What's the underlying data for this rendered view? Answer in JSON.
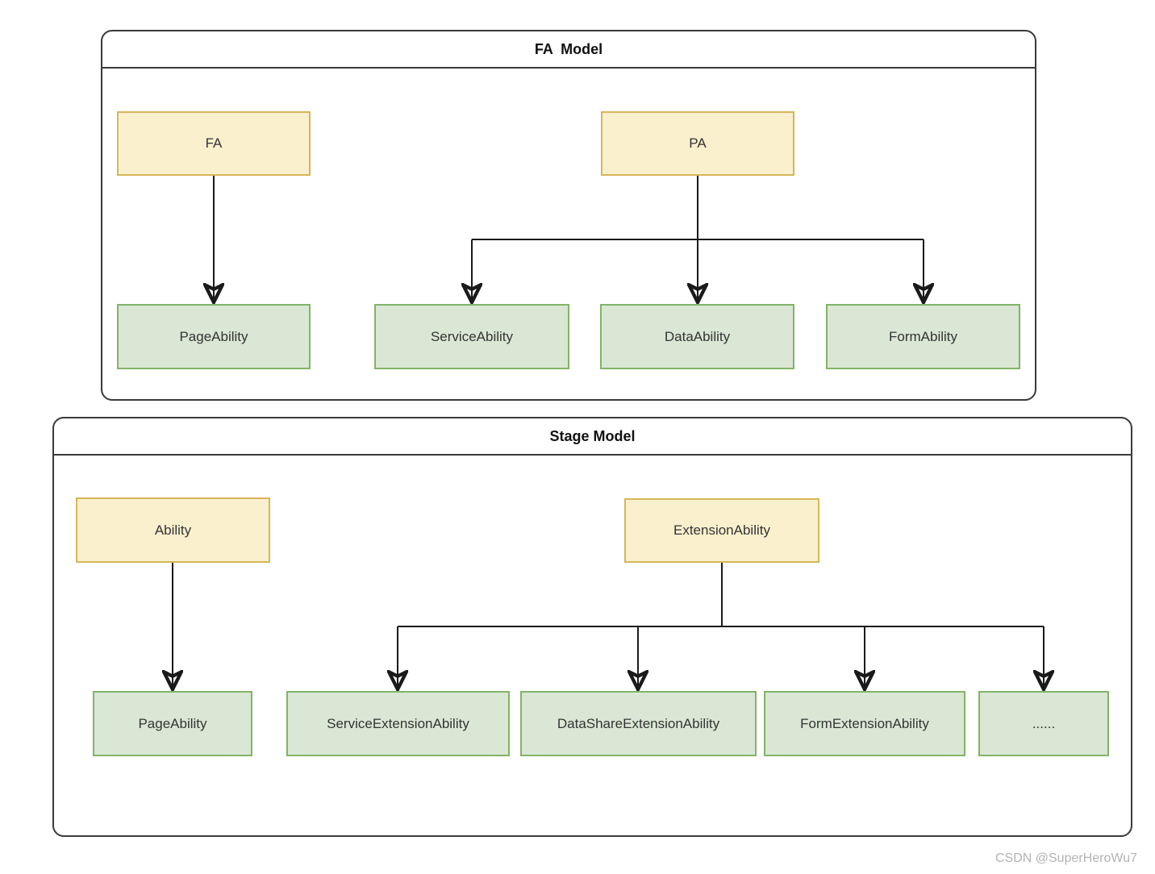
{
  "page": {
    "watermark": "CSDN @SuperHeroWu7"
  },
  "colors": {
    "parent_node_fill": "#FAF0CE",
    "parent_node_border": "#D6B656",
    "child_node_fill": "#DAE7D5",
    "child_node_border": "#82B366",
    "frame_border": "#3A3A3A",
    "arrow": "#1A1A1A",
    "watermark_text": "#B3B3B3"
  },
  "fa_model": {
    "title": "FA  Model",
    "nodes": {
      "fa": "FA",
      "pa": "PA",
      "page_ability": "PageAbility",
      "service_ability": "ServiceAbility",
      "data_ability": "DataAbility",
      "form_ability": "FormAbility"
    },
    "edges": [
      {
        "from": "FA",
        "to": "PageAbility"
      },
      {
        "from": "PA",
        "to": "ServiceAbility"
      },
      {
        "from": "PA",
        "to": "DataAbility"
      },
      {
        "from": "PA",
        "to": "FormAbility"
      }
    ]
  },
  "stage_model": {
    "title": "Stage Model",
    "nodes": {
      "ability": "Ability",
      "extension_ability": "ExtensionAbility",
      "page_ability": "PageAbility",
      "service_extension_ability": "ServiceExtensionAbility",
      "data_share_extension_ability": "DataShareExtensionAbility",
      "form_extension_ability": "FormExtensionAbility",
      "more": "......"
    },
    "edges": [
      {
        "from": "Ability",
        "to": "PageAbility"
      },
      {
        "from": "ExtensionAbility",
        "to": "ServiceExtensionAbility"
      },
      {
        "from": "ExtensionAbility",
        "to": "DataShareExtensionAbility"
      },
      {
        "from": "ExtensionAbility",
        "to": "FormExtensionAbility"
      },
      {
        "from": "ExtensionAbility",
        "to": "......"
      }
    ]
  }
}
